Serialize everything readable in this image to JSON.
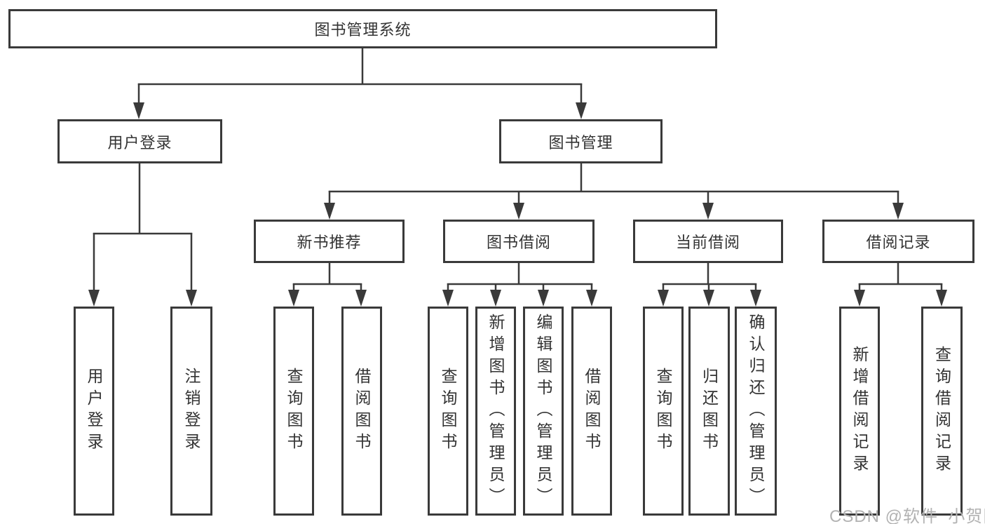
{
  "diagram": {
    "title": "图书管理系统",
    "branches": [
      {
        "label": "用户登录",
        "children": [
          "用户登录",
          "注销登录"
        ]
      },
      {
        "label": "图书管理",
        "children": [
          {
            "label": "新书推荐",
            "children": [
              "查询图书",
              "借阅图书"
            ]
          },
          {
            "label": "图书借阅",
            "children": [
              "查询图书",
              "新增图书（管理员）",
              "编辑图书（管理员）",
              "借阅图书"
            ]
          },
          {
            "label": "当前借阅",
            "children": [
              "查询图书",
              "归还图书",
              "确认归还（管理员）"
            ]
          },
          {
            "label": "借阅记录",
            "children": [
              "新增借阅记录",
              "查询借阅记录"
            ]
          }
        ]
      }
    ]
  },
  "watermark": {
    "text": "CSDN @软件_小贺同学"
  },
  "colors": {
    "line": "#3a3a3a",
    "text": "#333333",
    "background": "#ffffff",
    "watermark": "#b2b2b2"
  }
}
